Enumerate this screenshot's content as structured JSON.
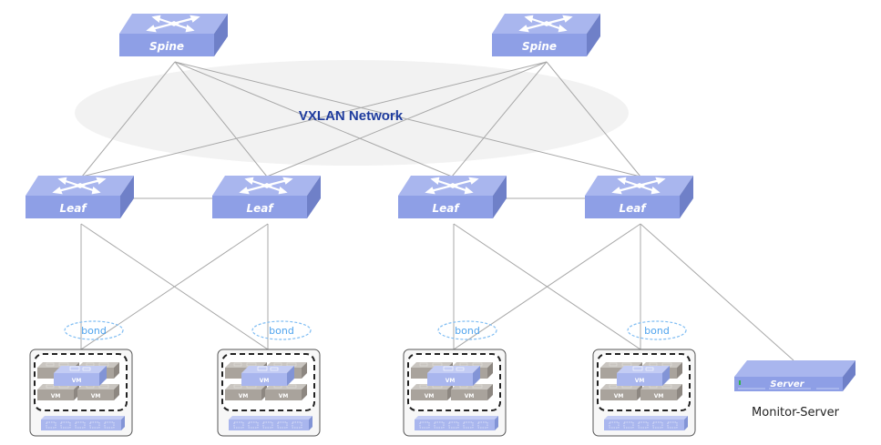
{
  "network": {
    "label": "VXLAN Network"
  },
  "spines": [
    {
      "id": "spine-1",
      "label": "Spine"
    },
    {
      "id": "spine-2",
      "label": "Spine"
    }
  ],
  "leaves": [
    {
      "id": "leaf-1",
      "label": "Leaf"
    },
    {
      "id": "leaf-2",
      "label": "Leaf"
    },
    {
      "id": "leaf-3",
      "label": "Leaf"
    },
    {
      "id": "leaf-4",
      "label": "Leaf"
    }
  ],
  "hosts": [
    {
      "id": "host-1",
      "bond_label": "bond",
      "vm_labels": [
        "VM",
        "VM",
        "VM"
      ]
    },
    {
      "id": "host-2",
      "bond_label": "bond",
      "vm_labels": [
        "VM",
        "VM",
        "VM"
      ]
    },
    {
      "id": "host-3",
      "bond_label": "bond",
      "vm_labels": [
        "VM",
        "VM",
        "VM"
      ]
    },
    {
      "id": "host-4",
      "bond_label": "bond",
      "vm_labels": [
        "VM",
        "VM",
        "VM"
      ]
    }
  ],
  "monitor_server": {
    "device_label": "Server",
    "caption": "Monitor-Server"
  },
  "links": [
    [
      "spine-1",
      "leaf-1"
    ],
    [
      "spine-1",
      "leaf-2"
    ],
    [
      "spine-1",
      "leaf-3"
    ],
    [
      "spine-1",
      "leaf-4"
    ],
    [
      "spine-2",
      "leaf-1"
    ],
    [
      "spine-2",
      "leaf-2"
    ],
    [
      "spine-2",
      "leaf-3"
    ],
    [
      "spine-2",
      "leaf-4"
    ],
    [
      "leaf-1",
      "leaf-2"
    ],
    [
      "leaf-3",
      "leaf-4"
    ],
    [
      "leaf-1",
      "host-1"
    ],
    [
      "leaf-1",
      "host-2"
    ],
    [
      "leaf-2",
      "host-1"
    ],
    [
      "leaf-2",
      "host-2"
    ],
    [
      "leaf-3",
      "host-3"
    ],
    [
      "leaf-3",
      "host-4"
    ],
    [
      "leaf-4",
      "host-3"
    ],
    [
      "leaf-4",
      "host-4"
    ],
    [
      "leaf-4",
      "monitor-server"
    ]
  ],
  "colors": {
    "switch_top": "#a9b6ee",
    "switch_front": "#8e9fe6",
    "switch_side": "#6f80c8",
    "link": "#a8a8a8",
    "network_label": "#1f3c9e",
    "bond": "#4ea3ee",
    "vm_gray": "#a9a39c",
    "vm_blue": "#a9b6ee"
  }
}
